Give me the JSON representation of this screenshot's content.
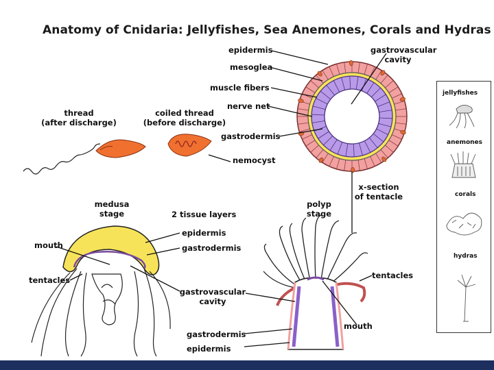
{
  "title": "Anatomy of Cnidaria: Jellyfishes, Sea Anemones, Corals and Hydras",
  "tentacle_section": {
    "epidermis": "epidermis",
    "mesoglea": "mesoglea",
    "muscle_fibers": "muscle fibers",
    "nerve_net": "nerve net",
    "gastrodermis": "gastrodermis",
    "gastrovascular_cavity_line1": "gastrovascular",
    "gastrovascular_cavity_line2": "cavity",
    "xsection_line1": "x-section",
    "xsection_line2": "of tentacle"
  },
  "nematocyst": {
    "thread_line1": "thread",
    "thread_line2": "(after discharge)",
    "coiled_line1": "coiled thread",
    "coiled_line2": "(before discharge)",
    "nemocyst": "nemocyst"
  },
  "medusa": {
    "stage_line1": "medusa",
    "stage_line2": "stage",
    "mouth": "mouth",
    "tentacles": "tentacles"
  },
  "center": {
    "tissue_layers": "2 tissue layers",
    "epidermis": "epidermis",
    "gastrodermis": "gastrodermis",
    "cavity_line1": "gastrovascular",
    "cavity_line2": "cavity"
  },
  "polyp": {
    "stage_line1": "polyp",
    "stage_line2": "stage",
    "tentacles": "tentacles",
    "mouth": "mouth",
    "gastrodermis": "gastrodermis",
    "epidermis": "epidermis"
  },
  "sidebar": {
    "items": [
      "jellyfishes",
      "anemones",
      "corals",
      "hydras"
    ]
  },
  "colors": {
    "epidermis_pink": "#f2a0a0",
    "mesoglea_yellow": "#f7e35a",
    "gastrodermis_purple": "#b89ae8",
    "nematocyst_orange": "#f07030",
    "footer_navy": "#1c2f5e"
  }
}
